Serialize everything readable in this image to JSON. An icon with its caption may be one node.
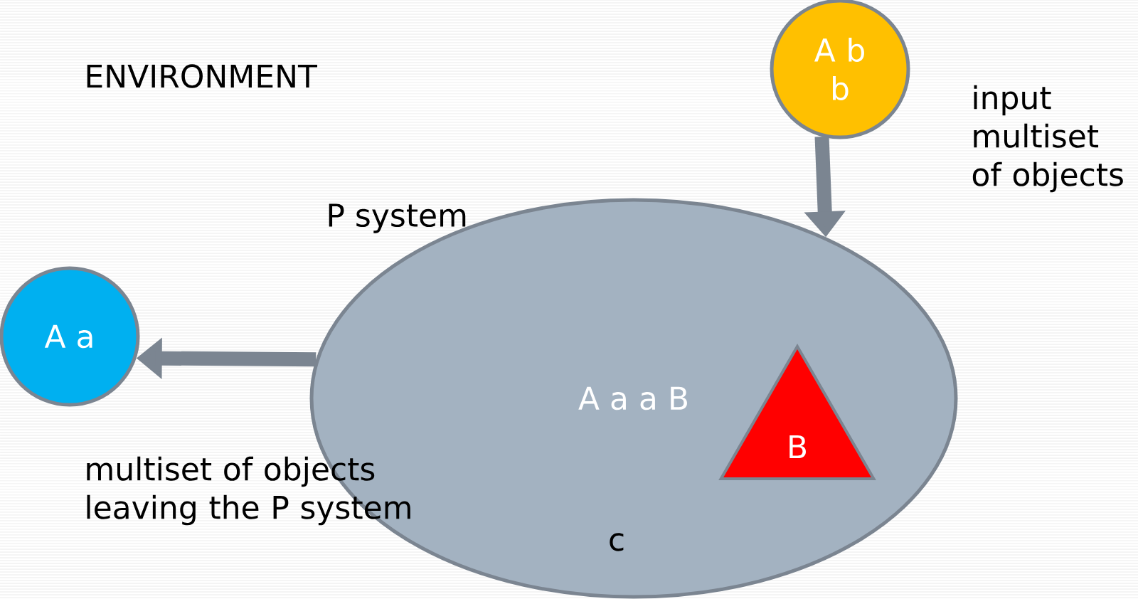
{
  "diagram": {
    "nodes": [
      {
        "text": [
          "P system",
          "A a a B",
          "c"
        ]
      },
      {
        "text": [
          "B"
        ],
        "in": 0
      },
      {
        "text": [
          "A b b"
        ],
        "beside": [
          "input multiset of objects"
        ]
      },
      {
        "text": [
          "A a"
        ],
        "beside": [
          "multiset of objects leaving the P system"
        ]
      }
    ],
    "edges": [
      {
        "from": 2,
        "to": 0,
        "arrow": "to"
      },
      {
        "from": 0,
        "to": 3,
        "arrow": "to"
      }
    ],
    "labels": [
      "ENVIRONMENT"
    ]
  }
}
